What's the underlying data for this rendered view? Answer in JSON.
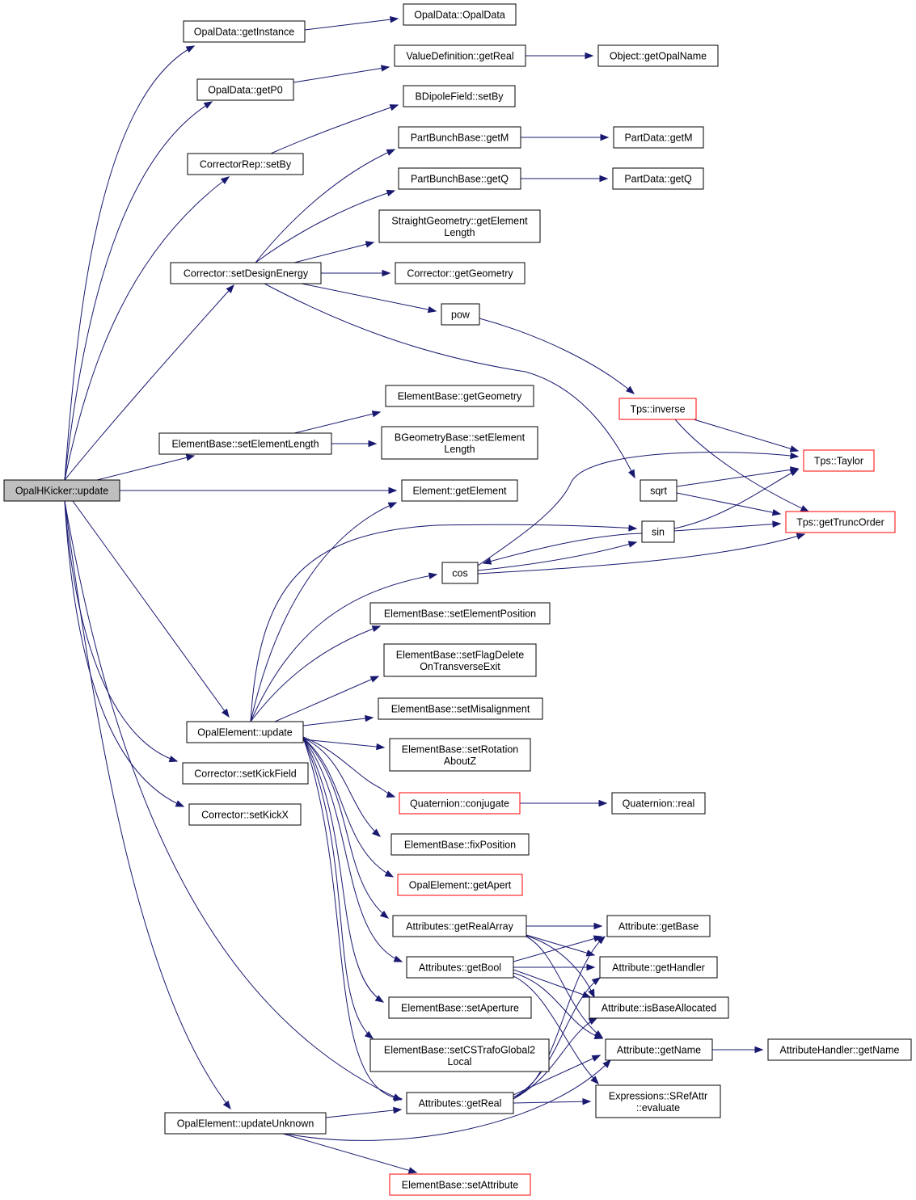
{
  "colors": {
    "edge": "#191970",
    "root_fill": "#bfbfbf",
    "truncated_border": "#ff0000"
  },
  "nodes": [
    {
      "id": "root",
      "lines": [
        "OpalHKicker::update"
      ]
    },
    {
      "id": "gi",
      "lines": [
        "OpalData::getInstance"
      ]
    },
    {
      "id": "od",
      "lines": [
        "OpalData::OpalData"
      ]
    },
    {
      "id": "gp0",
      "lines": [
        "OpalData::getP0"
      ]
    },
    {
      "id": "vdr",
      "lines": [
        "ValueDefinition::getReal"
      ]
    },
    {
      "id": "ogn",
      "lines": [
        "Object::getOpalName"
      ]
    },
    {
      "id": "bdf",
      "lines": [
        "BDipoleField::setBy"
      ]
    },
    {
      "id": "crs",
      "lines": [
        "CorrectorRep::setBy"
      ]
    },
    {
      "id": "pbm",
      "lines": [
        "PartBunchBase::getM"
      ]
    },
    {
      "id": "pdm",
      "lines": [
        "PartData::getM"
      ]
    },
    {
      "id": "pbq",
      "lines": [
        "PartBunchBase::getQ"
      ]
    },
    {
      "id": "pdq",
      "lines": [
        "PartData::getQ"
      ]
    },
    {
      "id": "sgl",
      "lines": [
        "StraightGeometry::getElement",
        "Length"
      ]
    },
    {
      "id": "csde",
      "lines": [
        "Corrector::setDesignEnergy"
      ]
    },
    {
      "id": "cgg",
      "lines": [
        "Corrector::getGeometry"
      ]
    },
    {
      "id": "pow",
      "lines": [
        "pow"
      ]
    },
    {
      "id": "tinv",
      "lines": [
        "Tps::inverse"
      ]
    },
    {
      "id": "ebgg",
      "lines": [
        "ElementBase::getGeometry"
      ]
    },
    {
      "id": "ebsel",
      "lines": [
        "ElementBase::setElementLength"
      ]
    },
    {
      "id": "bgb",
      "lines": [
        "BGeometryBase::setElement",
        "Length"
      ]
    },
    {
      "id": "tay",
      "lines": [
        "Tps::Taylor"
      ]
    },
    {
      "id": "egel",
      "lines": [
        "Element::getElement"
      ]
    },
    {
      "id": "sqrt",
      "lines": [
        "sqrt"
      ]
    },
    {
      "id": "gto",
      "lines": [
        "Tps::getTruncOrder"
      ]
    },
    {
      "id": "sin",
      "lines": [
        "sin"
      ]
    },
    {
      "id": "cos",
      "lines": [
        "cos"
      ]
    },
    {
      "id": "ebsep",
      "lines": [
        "ElementBase::setElementPosition"
      ]
    },
    {
      "id": "ebsfd",
      "lines": [
        "ElementBase::setFlagDelete",
        "OnTransverseExit"
      ]
    },
    {
      "id": "ebsm",
      "lines": [
        "ElementBase::setMisalignment"
      ]
    },
    {
      "id": "oeu",
      "lines": [
        "OpalElement::update"
      ]
    },
    {
      "id": "ebsr",
      "lines": [
        "ElementBase::setRotation",
        "AboutZ"
      ]
    },
    {
      "id": "cskf",
      "lines": [
        "Corrector::setKickField"
      ]
    },
    {
      "id": "qc",
      "lines": [
        "Quaternion::conjugate"
      ]
    },
    {
      "id": "qr",
      "lines": [
        "Quaternion::real"
      ]
    },
    {
      "id": "cskx",
      "lines": [
        "Corrector::setKickX"
      ]
    },
    {
      "id": "ebfp",
      "lines": [
        "ElementBase::fixPosition"
      ]
    },
    {
      "id": "oega",
      "lines": [
        "OpalElement::getApert"
      ]
    },
    {
      "id": "agra",
      "lines": [
        "Attributes::getRealArray"
      ]
    },
    {
      "id": "agb",
      "lines": [
        "Attribute::getBase"
      ]
    },
    {
      "id": "agbool",
      "lines": [
        "Attributes::getBool"
      ]
    },
    {
      "id": "agh",
      "lines": [
        "Attribute::getHandler"
      ]
    },
    {
      "id": "ebsa",
      "lines": [
        "ElementBase::setAperture"
      ]
    },
    {
      "id": "aiba",
      "lines": [
        "Attribute::isBaseAllocated"
      ]
    },
    {
      "id": "ebscs",
      "lines": [
        "ElementBase::setCSTrafoGlobal2",
        "Local"
      ]
    },
    {
      "id": "agn",
      "lines": [
        "Attribute::getName"
      ]
    },
    {
      "id": "ahgn",
      "lines": [
        "AttributeHandler::getName"
      ]
    },
    {
      "id": "esr",
      "lines": [
        "Expressions::SRefAttr",
        "::evaluate"
      ]
    },
    {
      "id": "agr",
      "lines": [
        "Attributes::getReal"
      ]
    },
    {
      "id": "oeuu",
      "lines": [
        "OpalElement::updateUnknown"
      ]
    },
    {
      "id": "ebsat",
      "lines": [
        "ElementBase::setAttribute"
      ]
    }
  ]
}
